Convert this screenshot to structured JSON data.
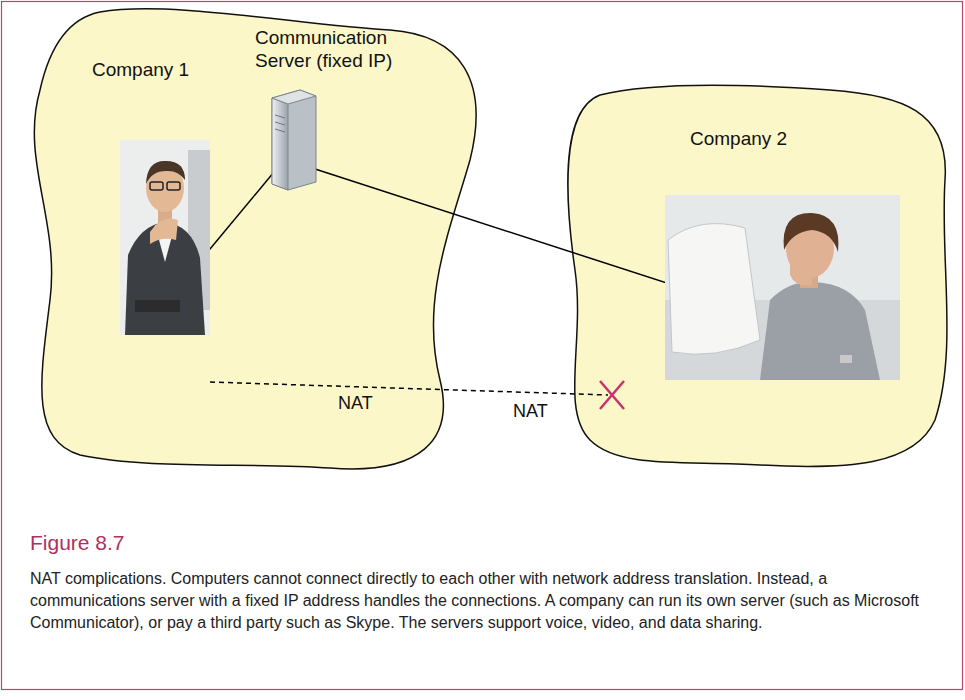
{
  "diagram": {
    "title": "Figure 8.7",
    "caption": "NAT complications. Computers cannot connect directly to each other with network address translation. Instead, a communications server with a fixed IP address handles the connections. A company can run its own server (such as Microsoft Communicator), or pay a third party such as Skype. The servers support voice, video, and data sharing.",
    "nodes": [
      {
        "text": [
          "Company 1"
        ]
      },
      {
        "text": [
          "Communication Server (fixed IP)"
        ],
        "in": 0
      },
      {
        "text": [
          "Company 2"
        ]
      }
    ],
    "labels": [
      "NAT",
      "NAT"
    ]
  }
}
